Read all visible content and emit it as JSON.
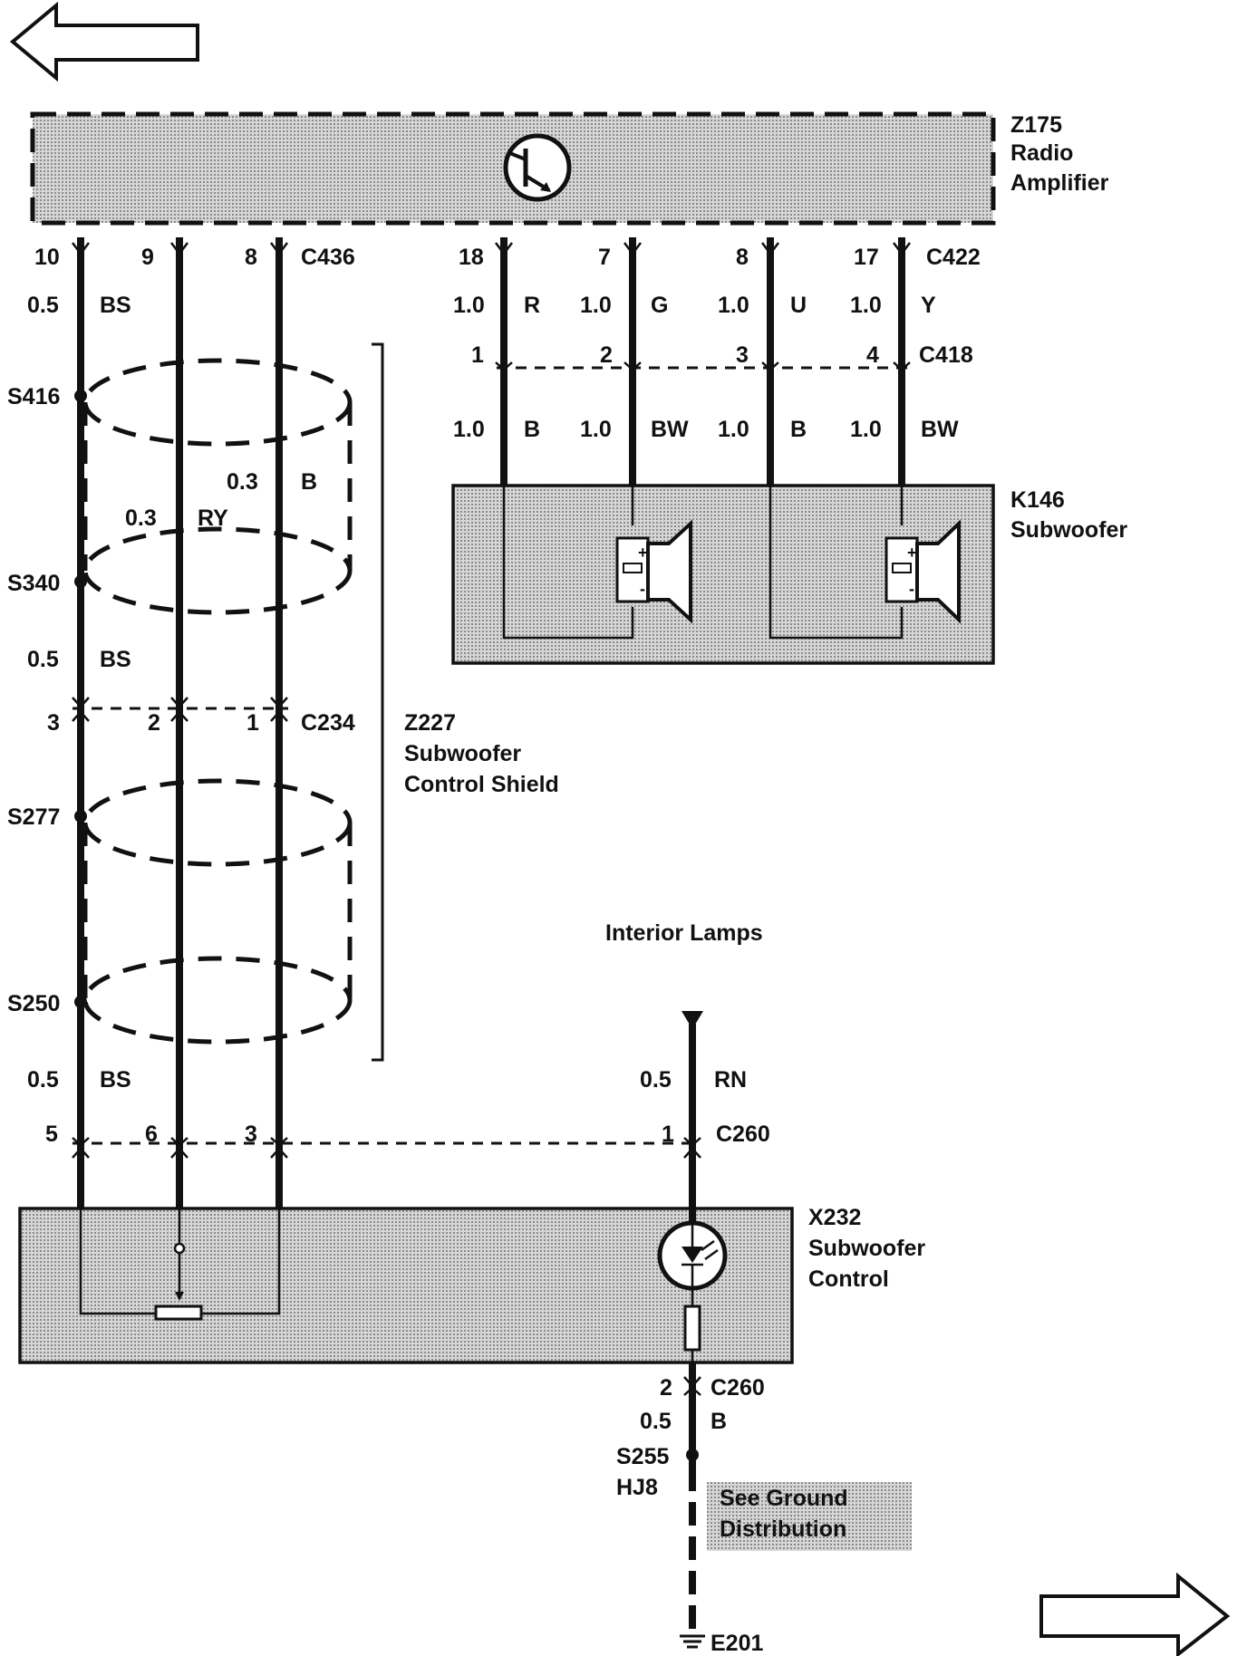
{
  "amplifier": {
    "code": "Z175",
    "line1": "Radio",
    "line2": "Amplifier"
  },
  "c436": {
    "connector": "C436",
    "pin_a": "10",
    "pin_b": "9",
    "pin_c": "8",
    "size_bs": "0.5",
    "color_bs": "BS"
  },
  "c422": {
    "connector": "C422",
    "pins": [
      "18",
      "7",
      "8",
      "17"
    ],
    "sizes": [
      "1.0",
      "1.0",
      "1.0",
      "1.0"
    ],
    "colors": [
      "R",
      "G",
      "U",
      "Y"
    ]
  },
  "c418": {
    "connector": "C418",
    "pins": [
      "1",
      "2",
      "3",
      "4"
    ],
    "sizes": [
      "1.0",
      "1.0",
      "1.0",
      "1.0"
    ],
    "colors": [
      "B",
      "BW",
      "B",
      "BW"
    ]
  },
  "subwoofer": {
    "code": "K146",
    "name": "Subwoofer",
    "plus": "+",
    "minus": "-"
  },
  "splices": {
    "s416": "S416",
    "s340": "S340",
    "s277": "S277",
    "s250": "S250",
    "s255": "S255",
    "hj8": "HJ8"
  },
  "shield_wires": {
    "size_b": "0.3",
    "color_b": "B",
    "size_ry": "0.3",
    "color_ry": "RY",
    "size_bs_mid": "0.5",
    "color_bs_mid": "BS"
  },
  "c234": {
    "connector": "C234",
    "pin_a": "3",
    "pin_b": "2",
    "pin_c": "1"
  },
  "shield": {
    "code": "Z227",
    "line1": "Subwoofer",
    "line2": "Control Shield"
  },
  "interior_lamps": "Interior Lamps",
  "lower_wires": {
    "size_bs": "0.5",
    "color_bs": "BS",
    "size_rn": "0.5",
    "color_rn": "RN"
  },
  "c260_top": {
    "connector": "C260",
    "pin_a": "5",
    "pin_b": "6",
    "pin_c": "3",
    "pin_d": "1"
  },
  "control": {
    "code": "X232",
    "line1": "Subwoofer",
    "line2": "Control"
  },
  "c260_bottom": {
    "connector": "C260",
    "pin": "2",
    "size": "0.5",
    "color": "B"
  },
  "ground_note": {
    "line1": "See Ground",
    "line2": "Distribution"
  },
  "ground": "E201",
  "icons": {
    "back": "left-arrow-icon",
    "forward": "right-arrow-icon"
  }
}
